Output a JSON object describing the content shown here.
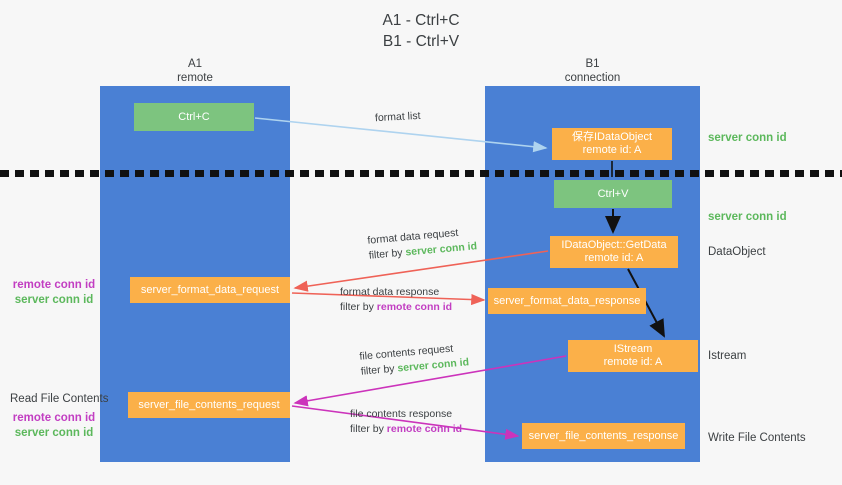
{
  "title": "A1 - Ctrl+C\nB1 - Ctrl+V",
  "lanes": [
    {
      "name": "lane-a1",
      "header": "A1\nremote"
    },
    {
      "name": "lane-b1",
      "header": "B1\nconnection"
    }
  ],
  "nodes": {
    "ctrl_c": "Ctrl+C",
    "idataobject": "保存IDataObject\nremote id: A",
    "ctrl_v": "Ctrl+V",
    "getdata": "IDataObject::GetData\nremote id: A",
    "server_format_data_request": "server_format_data_request",
    "server_format_data_response": "server_format_data_response",
    "istream": "IStream\nremote id: A",
    "server_file_contents_request": "server_file_contents_request",
    "server_file_contents_response": "server_file_contents_response"
  },
  "side_labels": {
    "server_conn_id_top": "server conn id",
    "server_conn_id_mid": "server conn id",
    "dataobject": "DataObject",
    "istream": "Istream",
    "write_file_contents": "Write File Contents",
    "read_file_contents": "Read File Contents",
    "remote_conn_id": "remote conn id",
    "server_conn_id": "server conn id"
  },
  "annotations": {
    "format_list": "format list",
    "format_data_request": "format data request",
    "format_data_response": "format data response",
    "file_contents_request": "file contents request",
    "file_contents_response": "file contents response",
    "filter_by": "filter by",
    "server_conn_id": "server conn id",
    "remote_conn_id": "remote conn id"
  },
  "colors": {
    "lane_blue": "#4a80d4",
    "node_green": "#7dc47f",
    "node_orange": "#fbb049",
    "arrow_lightblue": "#aed3ef",
    "arrow_red": "#ef6257",
    "arrow_magenta": "#cc33bb",
    "arrow_black": "#111111",
    "text_green": "#5cb85c",
    "text_magenta": "#c23ec2",
    "background": "#f7f7f7"
  }
}
